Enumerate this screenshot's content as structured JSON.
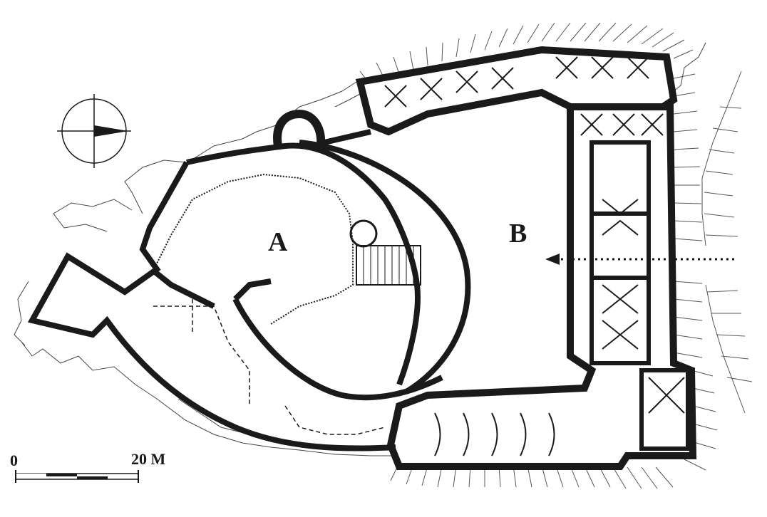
{
  "labels": {
    "courtyard_a": "A",
    "courtyard_b": "B"
  },
  "scale_bar": {
    "start": "0",
    "end": "20 M"
  },
  "icons": {
    "compass": "compass-rose-icon",
    "entrance_arrow": "dotted-arrow-icon"
  },
  "colors": {
    "ink": "#1a1a1a",
    "paper": "#ffffff",
    "hatch": "#555555"
  }
}
